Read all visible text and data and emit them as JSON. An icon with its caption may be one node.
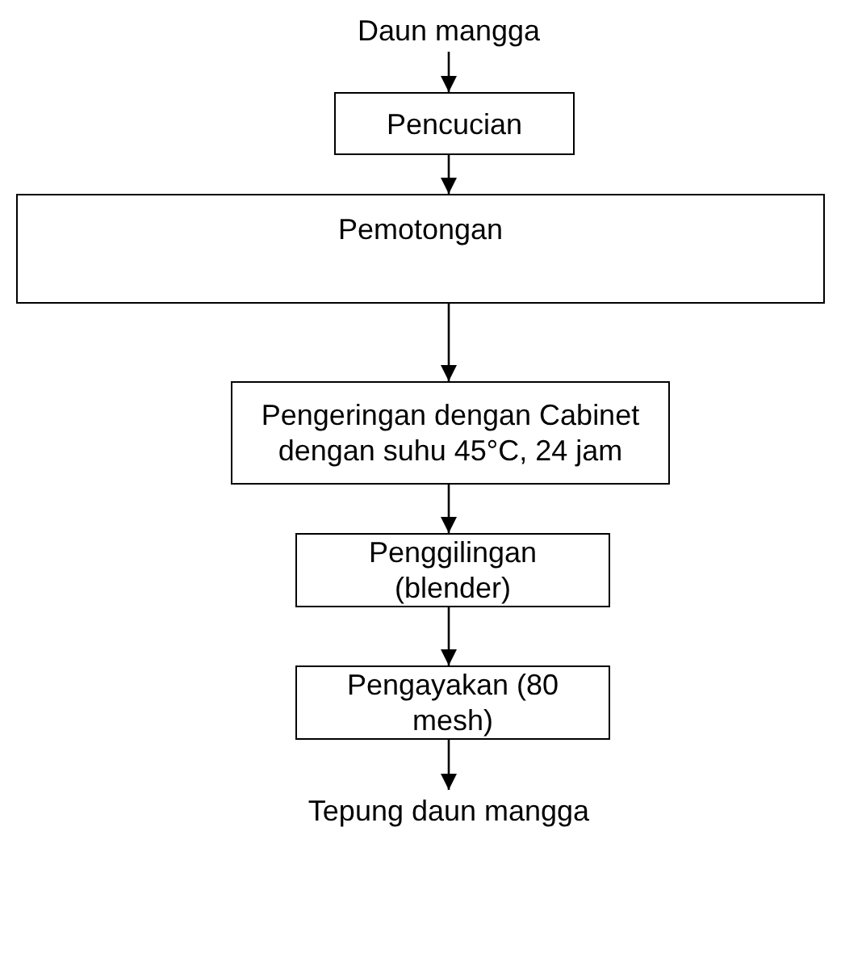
{
  "diagram": {
    "nodes": [
      {
        "text": [
          "Daun mangga"
        ]
      },
      {
        "text": [
          "Pencucian"
        ]
      },
      {
        "text": [
          "Pemotongan"
        ]
      },
      {
        "text": [
          "Pengeringan dengan Cabinet dengan suhu 45°C, 24 jam"
        ]
      },
      {
        "text": [
          "Penggilingan (blender)"
        ]
      },
      {
        "text": [
          "Pengayakan (80 mesh)"
        ]
      },
      {
        "text": [
          "Tepung daun mangga"
        ]
      }
    ],
    "edges": [
      {
        "from": 0,
        "to": 1,
        "arrow": "to"
      },
      {
        "from": 1,
        "to": 2,
        "arrow": "to"
      },
      {
        "from": 2,
        "to": 3,
        "arrow": "to"
      },
      {
        "from": 3,
        "to": 4,
        "arrow": "to"
      },
      {
        "from": 4,
        "to": 5,
        "arrow": "to"
      },
      {
        "from": 5,
        "to": 6,
        "arrow": "to"
      }
    ]
  }
}
